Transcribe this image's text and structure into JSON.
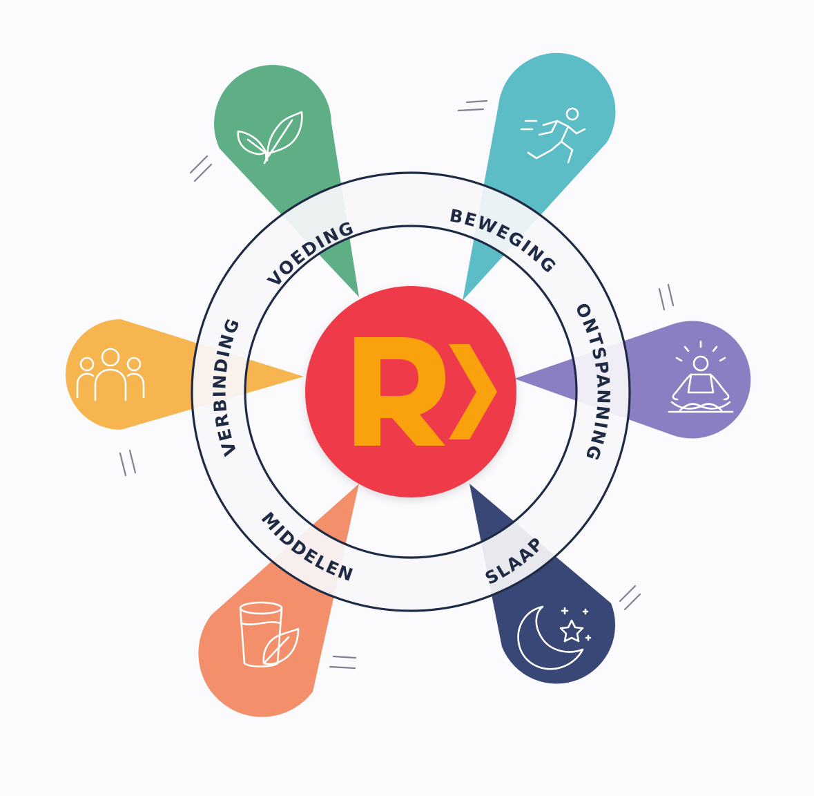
{
  "logo": {
    "letter": "R",
    "circle_color": "#ef3b4a",
    "mark_color": "#f9a20d"
  },
  "ring": {
    "color": "#1f2a44",
    "fill": "#f7f6fa"
  },
  "segments": [
    {
      "label": "VOEDING",
      "color": "#5faf86",
      "icon": "leaf-sprout-icon"
    },
    {
      "label": "BEWEGING",
      "color": "#5dbdc6",
      "icon": "runner-icon"
    },
    {
      "label": "ONTSPANNING",
      "color": "#8b7fc4",
      "icon": "meditation-icon"
    },
    {
      "label": "SLAAP",
      "color": "#384775",
      "icon": "moon-stars-icon"
    },
    {
      "label": "MIDDELEN",
      "color": "#f48f6b",
      "icon": "glass-leaf-icon"
    },
    {
      "label": "VERBINDING",
      "color": "#f6b54e",
      "icon": "people-group-icon"
    }
  ]
}
